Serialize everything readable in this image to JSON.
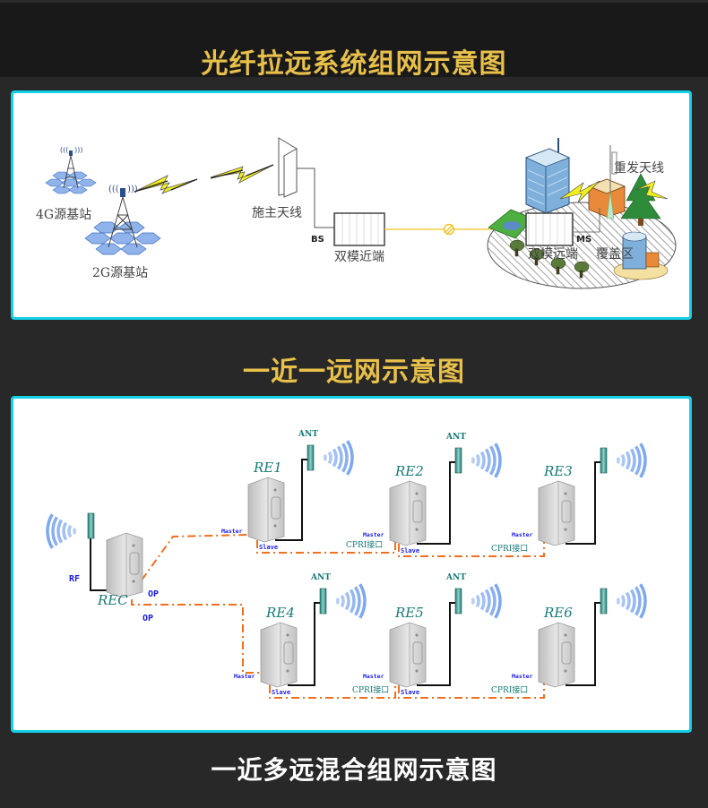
{
  "sections": [
    {
      "title": "光纤拉远系统组网示意图"
    },
    {
      "title": "一近一远网示意图"
    },
    {
      "title": "一近多远混合组网示意图"
    }
  ],
  "diagram1": {
    "source_4g": "4G源基站",
    "source_2g": "2G源基站",
    "donor_antenna": "施主天线",
    "bs_label": "BS",
    "near_unit": "双模近端",
    "remote_unit": "双模远端",
    "ms_label": "MS",
    "service_antenna": "重发天线",
    "coverage": "覆盖区"
  },
  "diagram2": {
    "rf_label": "RF",
    "rec_label": "REC",
    "op_label_1": "OP",
    "op_label_2": "OP",
    "ant_label": "ANT",
    "master_label": "Master",
    "slave_label": "Slave",
    "cpri_label": "CPRI接口",
    "remotes": [
      {
        "name": "RE1",
        "ant": "ANT"
      },
      {
        "name": "RE2",
        "ant": "ANT"
      },
      {
        "name": "RE3",
        "ant": ""
      },
      {
        "name": "RE4",
        "ant": "ANT"
      },
      {
        "name": "RE5",
        "ant": "ANT"
      },
      {
        "name": "RE6",
        "ant": ""
      }
    ]
  },
  "colors": {
    "title_gold": "#e8c04a",
    "panel_border": "#13cfe8",
    "fiber_orange": "#f07020",
    "label_blue": "#1a1af0",
    "label_teal": "#157a78"
  }
}
